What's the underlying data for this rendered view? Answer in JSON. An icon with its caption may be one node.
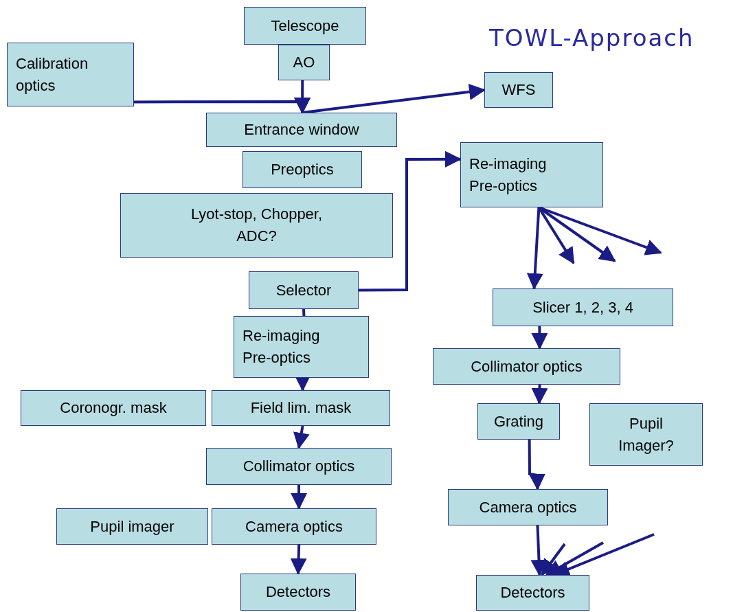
{
  "diagram": {
    "title": "TOWL-Approach",
    "nodes": [
      {
        "text": [
          "Telescope"
        ]
      },
      {
        "text": [
          "AO"
        ]
      },
      {
        "text": [
          "Calibration optics"
        ]
      },
      {
        "text": [
          "WFS"
        ]
      },
      {
        "text": [
          "Entrance window"
        ]
      },
      {
        "text": [
          "Preoptics"
        ]
      },
      {
        "text": [
          "Lyot-stop, Chopper, ADC?"
        ]
      },
      {
        "text": [
          "Re-imaging Pre-optics"
        ]
      },
      {
        "text": [
          "Selector"
        ]
      },
      {
        "text": [
          "Re-imaging Pre-optics"
        ]
      },
      {
        "text": [
          "Coronogr. mask"
        ]
      },
      {
        "text": [
          "Field lim. mask"
        ]
      },
      {
        "text": [
          "Collimator optics"
        ]
      },
      {
        "text": [
          "Pupil imager"
        ]
      },
      {
        "text": [
          "Camera optics"
        ]
      },
      {
        "text": [
          "Detectors"
        ]
      },
      {
        "text": [
          "Slicer 1, 2, 3, 4"
        ]
      },
      {
        "text": [
          "Collimator optics"
        ]
      },
      {
        "text": [
          "Grating"
        ]
      },
      {
        "text": [
          "Pupil Imager?"
        ]
      },
      {
        "text": [
          "Camera optics"
        ]
      },
      {
        "text": [
          "Detectors"
        ]
      }
    ],
    "edges": [
      {
        "from": 2,
        "to": 4,
        "arrow": "to"
      },
      {
        "from": 1,
        "to": 4,
        "arrow": "to"
      },
      {
        "from": 4,
        "to": 3,
        "arrow": "to"
      },
      {
        "from": 8,
        "to": 7,
        "arrow": "to"
      },
      {
        "from": 7,
        "to": 16,
        "arrow": "to"
      },
      {
        "from": 7,
        "to": null,
        "arrow": "to"
      },
      {
        "from": 7,
        "to": null,
        "arrow": "to"
      },
      {
        "from": 7,
        "to": null,
        "arrow": "to"
      },
      {
        "from": 16,
        "to": 17,
        "arrow": "to"
      },
      {
        "from": 17,
        "to": 18,
        "arrow": "to"
      },
      {
        "from": 18,
        "to": 20,
        "arrow": "to"
      },
      {
        "from": 20,
        "to": 21,
        "arrow": "to"
      },
      {
        "from": null,
        "to": 21,
        "arrow": "to"
      },
      {
        "from": null,
        "to": 21,
        "arrow": "to"
      },
      {
        "from": null,
        "to": 21,
        "arrow": "to"
      },
      {
        "from": 8,
        "to": 9,
        "arrow": "none"
      },
      {
        "from": 9,
        "to": 11,
        "arrow": "to"
      },
      {
        "from": 11,
        "to": 12,
        "arrow": "to"
      },
      {
        "from": 12,
        "to": 14,
        "arrow": "to"
      },
      {
        "from": 14,
        "to": 15,
        "arrow": "to"
      }
    ]
  }
}
